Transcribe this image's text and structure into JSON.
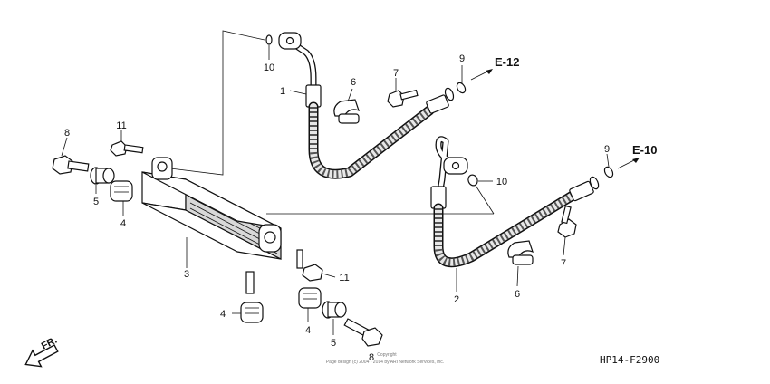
{
  "callouts": {
    "c1": "1",
    "c2": "2",
    "c3": "3",
    "c4a": "4",
    "c4b": "4",
    "c4c": "4",
    "c5a": "5",
    "c5b": "5",
    "c6a": "6",
    "c6b": "6",
    "c7a": "7",
    "c7b": "7",
    "c8a": "8",
    "c8b": "8",
    "c9a": "9",
    "c9b": "9",
    "c10a": "10",
    "c10b": "10",
    "c11a": "11",
    "c11b": "11"
  },
  "refs": {
    "e12": "E-12",
    "e10": "E-10"
  },
  "direction_label": "FR.",
  "diagram_code": "HP14-F2900",
  "copyright": {
    "line1": "Copyright",
    "line2": "Page design (c) 2004 - 2014 by ARI Network Services, Inc."
  }
}
